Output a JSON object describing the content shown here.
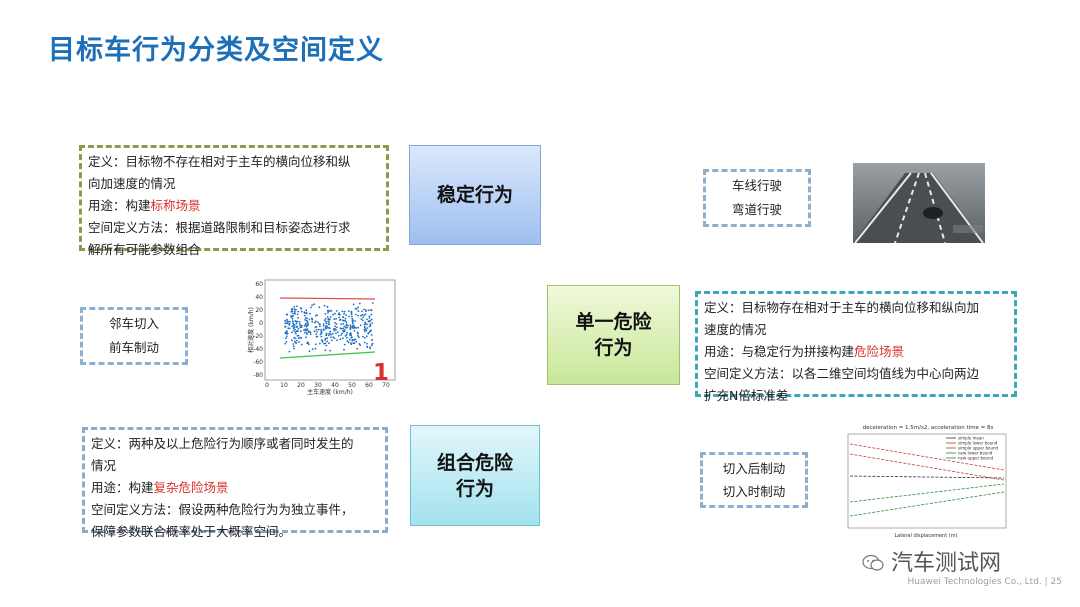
{
  "title": "目标车行为分类及空间定义",
  "stable": {
    "def_lines": [
      "定义：目标物不存在相对于主车的横向位移和纵",
      "向加速度的情况"
    ],
    "use_prefix": "用途：构建",
    "use_highlight": "标称场景",
    "method_lines": [
      "空间定义方法：根据道路限制和目标姿态进行求",
      "解所有可能参数组合"
    ],
    "label": "稳定行为",
    "examples": [
      "车线行驶",
      "弯道行驶"
    ]
  },
  "single": {
    "label_lines": [
      "单一危险",
      "行为"
    ],
    "def_lines": [
      "定义：目标物存在相对于主车的横向位移和纵向加",
      "速度的情况"
    ],
    "use_prefix": "用途：与稳定行为拼接构建",
    "use_highlight": "危险场景",
    "method_lines": [
      "空间定义方法：以各二维空间均值线为中心向两边",
      "扩充N倍标准差"
    ],
    "examples": [
      "邻车切入",
      "前车制动"
    ]
  },
  "combo": {
    "label_lines": [
      "组合危险",
      "行为"
    ],
    "def_lines": [
      "定义：两种及以上危险行为顺序或者同时发生的",
      "情况"
    ],
    "use_prefix": "用途：构建",
    "use_highlight": "复杂危险场景",
    "method_lines": [
      "空间定义方法：假设两种危险行为为独立事件，",
      "保障参数联合概率处于大概率空间。"
    ],
    "examples": [
      "切入后制动",
      "切入时制动"
    ]
  },
  "scatter_plot": {
    "xlabel": "主车速度 (km/h)",
    "ylabel": "相对速度 (km/h)",
    "xticks": [
      "0",
      "10",
      "20",
      "30",
      "40",
      "50",
      "60",
      "70"
    ],
    "yticks": [
      "60",
      "40",
      "20",
      "0",
      "-20",
      "-40",
      "-60",
      "-80"
    ],
    "marker": "1",
    "point_color": "#1f6fc0",
    "upper_line_color": "#e0504a",
    "lower_line_color": "#3ac24a"
  },
  "line_plot": {
    "title": "deceleration = 1.5m/s2, acceleration time = 8s",
    "legend": [
      "simple mean",
      "simple lower bound",
      "simple upper bound",
      "new lower bound",
      "new upper bound"
    ],
    "xlabel": "Lateral displacement (m)"
  },
  "brand": "汽车测试网",
  "footer": "Huawei Technologies Co., Ltd.  |  25"
}
